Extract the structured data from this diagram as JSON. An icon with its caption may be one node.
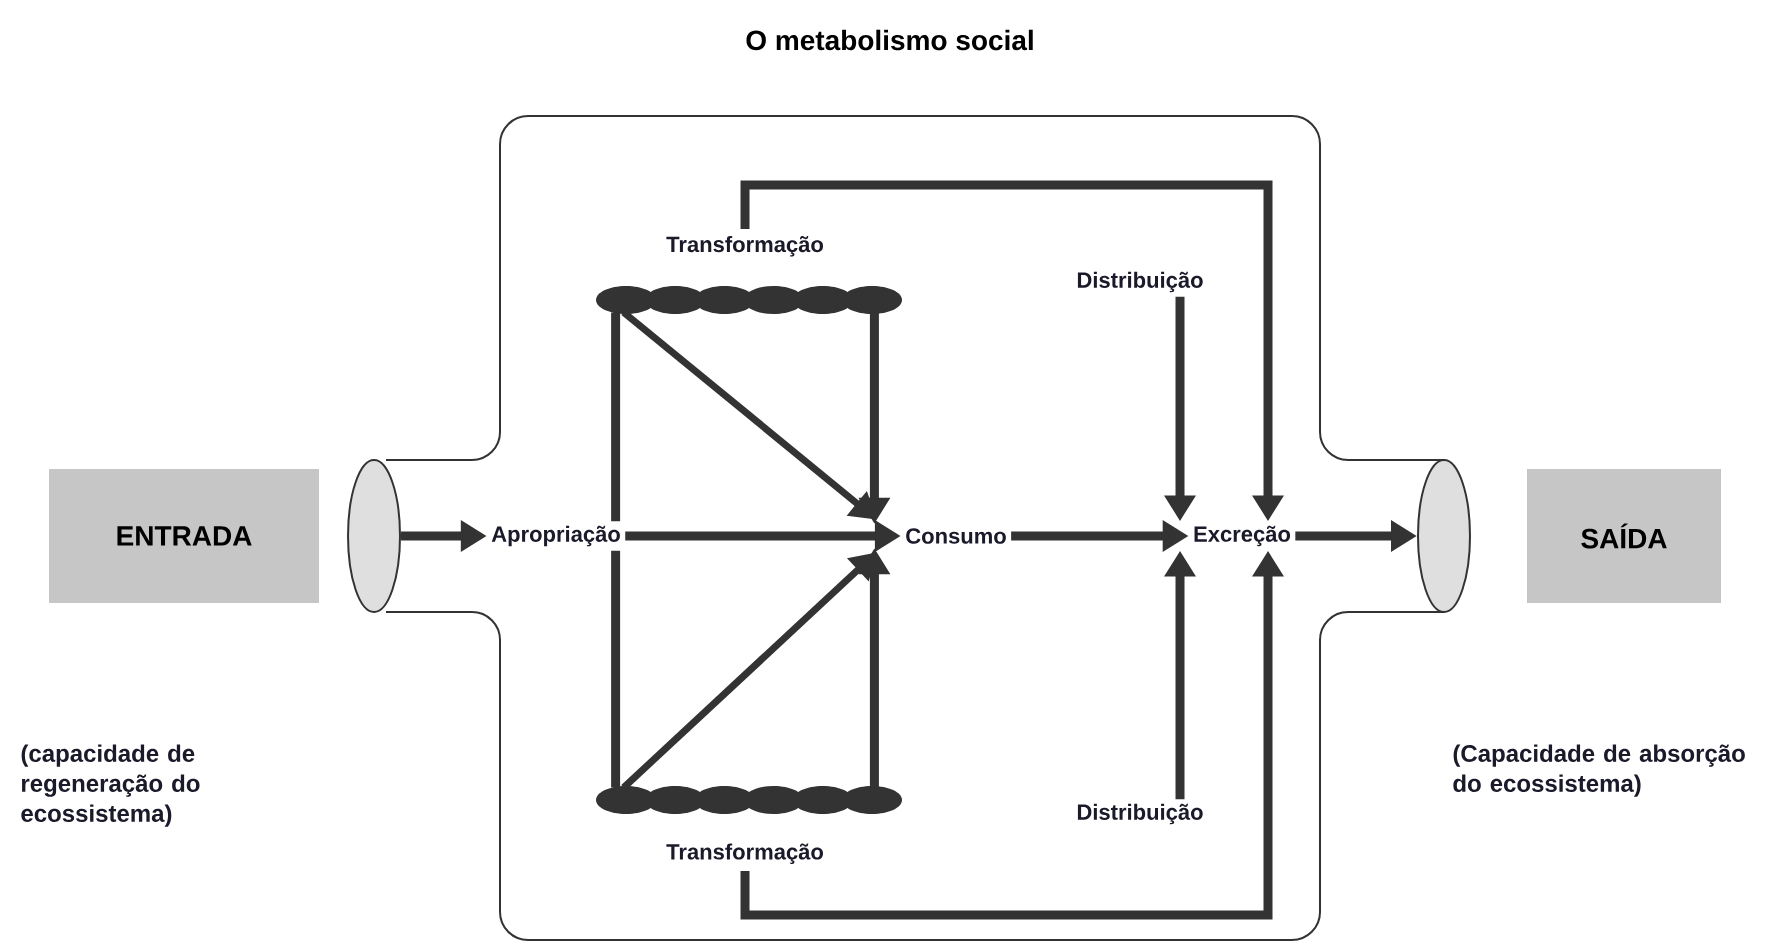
{
  "diagram": {
    "title": "O metabolismo social",
    "nodes": [
      {
        "text": [
          "ENTRADA"
        ]
      },
      {
        "text": [],
        "shape": "ellipse"
      },
      {
        "text": [
          "Apropriação"
        ]
      },
      {
        "text": [
          "Transformação"
        ]
      },
      {
        "text": [
          "Consumo"
        ]
      },
      {
        "text": [
          "Distribuição"
        ]
      },
      {
        "text": [
          "Excreção"
        ]
      },
      {
        "text": [
          "Transformação"
        ]
      },
      {
        "text": [
          "Distribuição"
        ]
      },
      {
        "text": [],
        "shape": "ellipse"
      },
      {
        "text": [
          "SAÍDA"
        ]
      }
    ],
    "labels": [
      "(capacidade de regeneração do ecossistema)",
      "(Capacidade de absorção do ecossistema)"
    ],
    "edges": [
      {
        "from": 1,
        "to": 2,
        "arrow": "to"
      },
      {
        "from": 2,
        "to": 4,
        "arrow": "to"
      },
      {
        "from": 3,
        "to": 2,
        "arrow": "none"
      },
      {
        "from": 3,
        "to": 4,
        "arrow": "to"
      },
      {
        "from": 3,
        "to": 4,
        "arrow": "to"
      },
      {
        "from": 7,
        "to": 2,
        "arrow": "none"
      },
      {
        "from": 7,
        "to": 4,
        "arrow": "to"
      },
      {
        "from": 7,
        "to": 4,
        "arrow": "to"
      },
      {
        "from": 3,
        "to": 6,
        "arrow": "to"
      },
      {
        "from": 7,
        "to": 6,
        "arrow": "to"
      },
      {
        "from": 4,
        "to": 6,
        "arrow": "to"
      },
      {
        "from": 5,
        "to": 6,
        "arrow": "to"
      },
      {
        "from": 8,
        "to": 6,
        "arrow": "to"
      },
      {
        "from": 6,
        "to": 9,
        "arrow": "to"
      }
    ]
  }
}
